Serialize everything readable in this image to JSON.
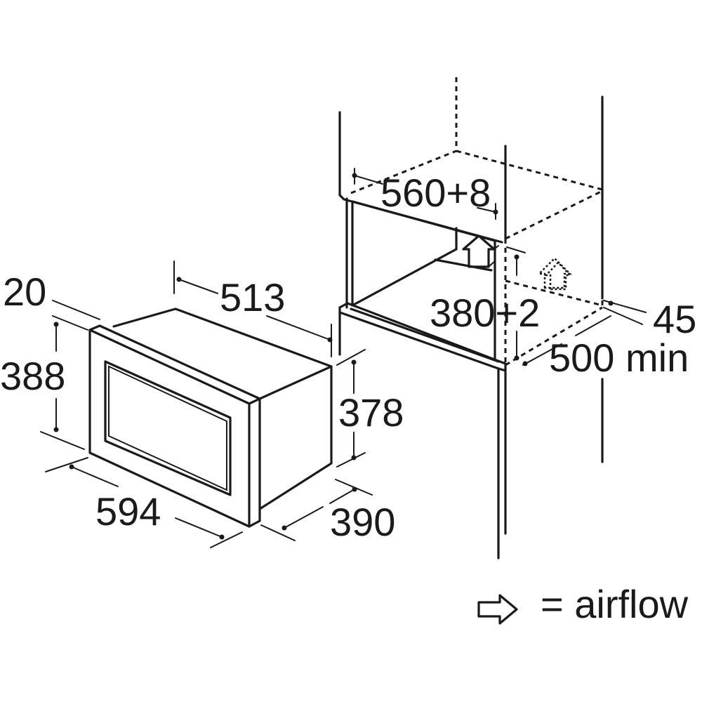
{
  "dimensions": {
    "d20": "20",
    "d513": "513",
    "d388": "388",
    "d378": "378",
    "d594": "594",
    "d390": "390",
    "d560": "560+8",
    "d380": "380+2",
    "d45": "45",
    "d500": "500 min"
  },
  "legend": {
    "label": "= airflow",
    "icon": "hollow-arrow-icon"
  },
  "colors": {
    "line": "#1a1a1a",
    "background": "#ffffff"
  }
}
